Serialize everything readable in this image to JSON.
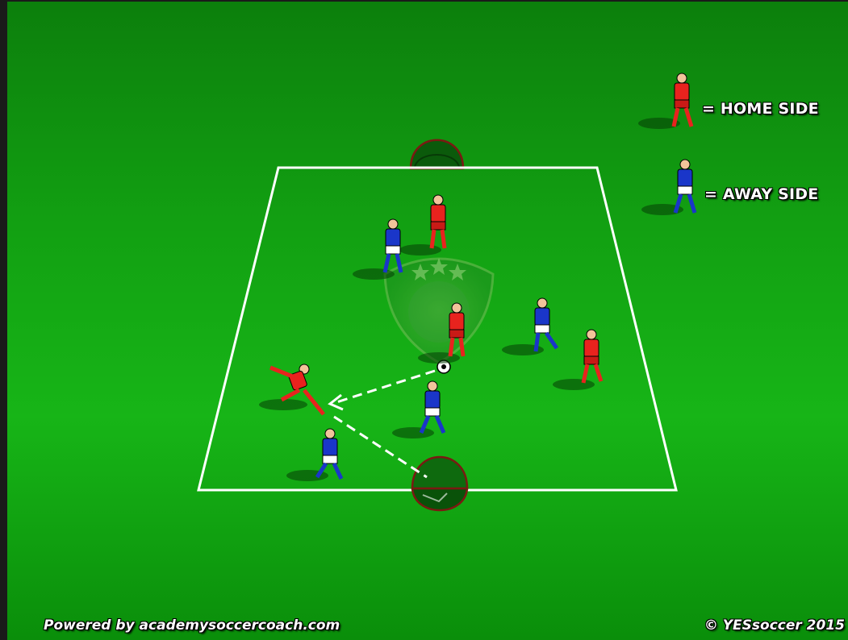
{
  "legend": {
    "home_label": "= HOME SIDE",
    "away_label": "= AWAY SIDE",
    "home_color": "#e8231e",
    "away_color": "#1a36c9"
  },
  "footer": {
    "left_text": "Powered by academysoccercoach.com",
    "right_text": "© YESsoccer 2015"
  },
  "colors": {
    "field_line": "#ffffff",
    "pitch_dark": "#0c7f0c",
    "pitch_light": "#17b517",
    "goal": "#7a1a12"
  }
}
